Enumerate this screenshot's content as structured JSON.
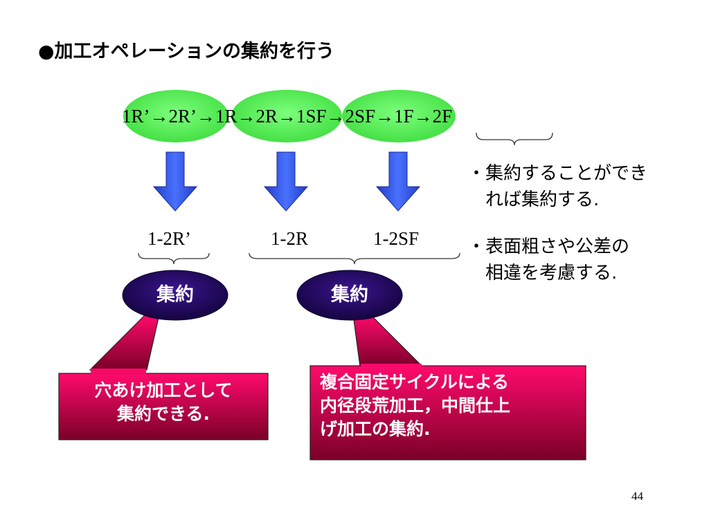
{
  "title": "●加工オペレーションの集約を行う",
  "sequence": "1R’→2R’→1R→2R→1SF→2SF→1F→2F",
  "groups": {
    "g1": "1-2R’",
    "g2": "1-2R",
    "g3": "1-2SF"
  },
  "ovals": {
    "left": "集約",
    "right": "集約"
  },
  "notes": [
    "・集約することができ",
    "　れば集約する.",
    "・表面粗さや公差の",
    "　相違を考慮する."
  ],
  "callouts": {
    "left": [
      "穴あけ加工として",
      "集約できる."
    ],
    "right": [
      "複合固定サイクルによる",
      "内径段荒加工，中間仕上",
      "げ加工の集約."
    ]
  },
  "page_number": "44",
  "colors": {
    "ellipse_green": "#5ff05f",
    "arrow_blue": "#3a5de0",
    "oval_dark": "#2b0a73",
    "callout_top": "#ff0a6c",
    "callout_bottom": "#8a0030"
  }
}
